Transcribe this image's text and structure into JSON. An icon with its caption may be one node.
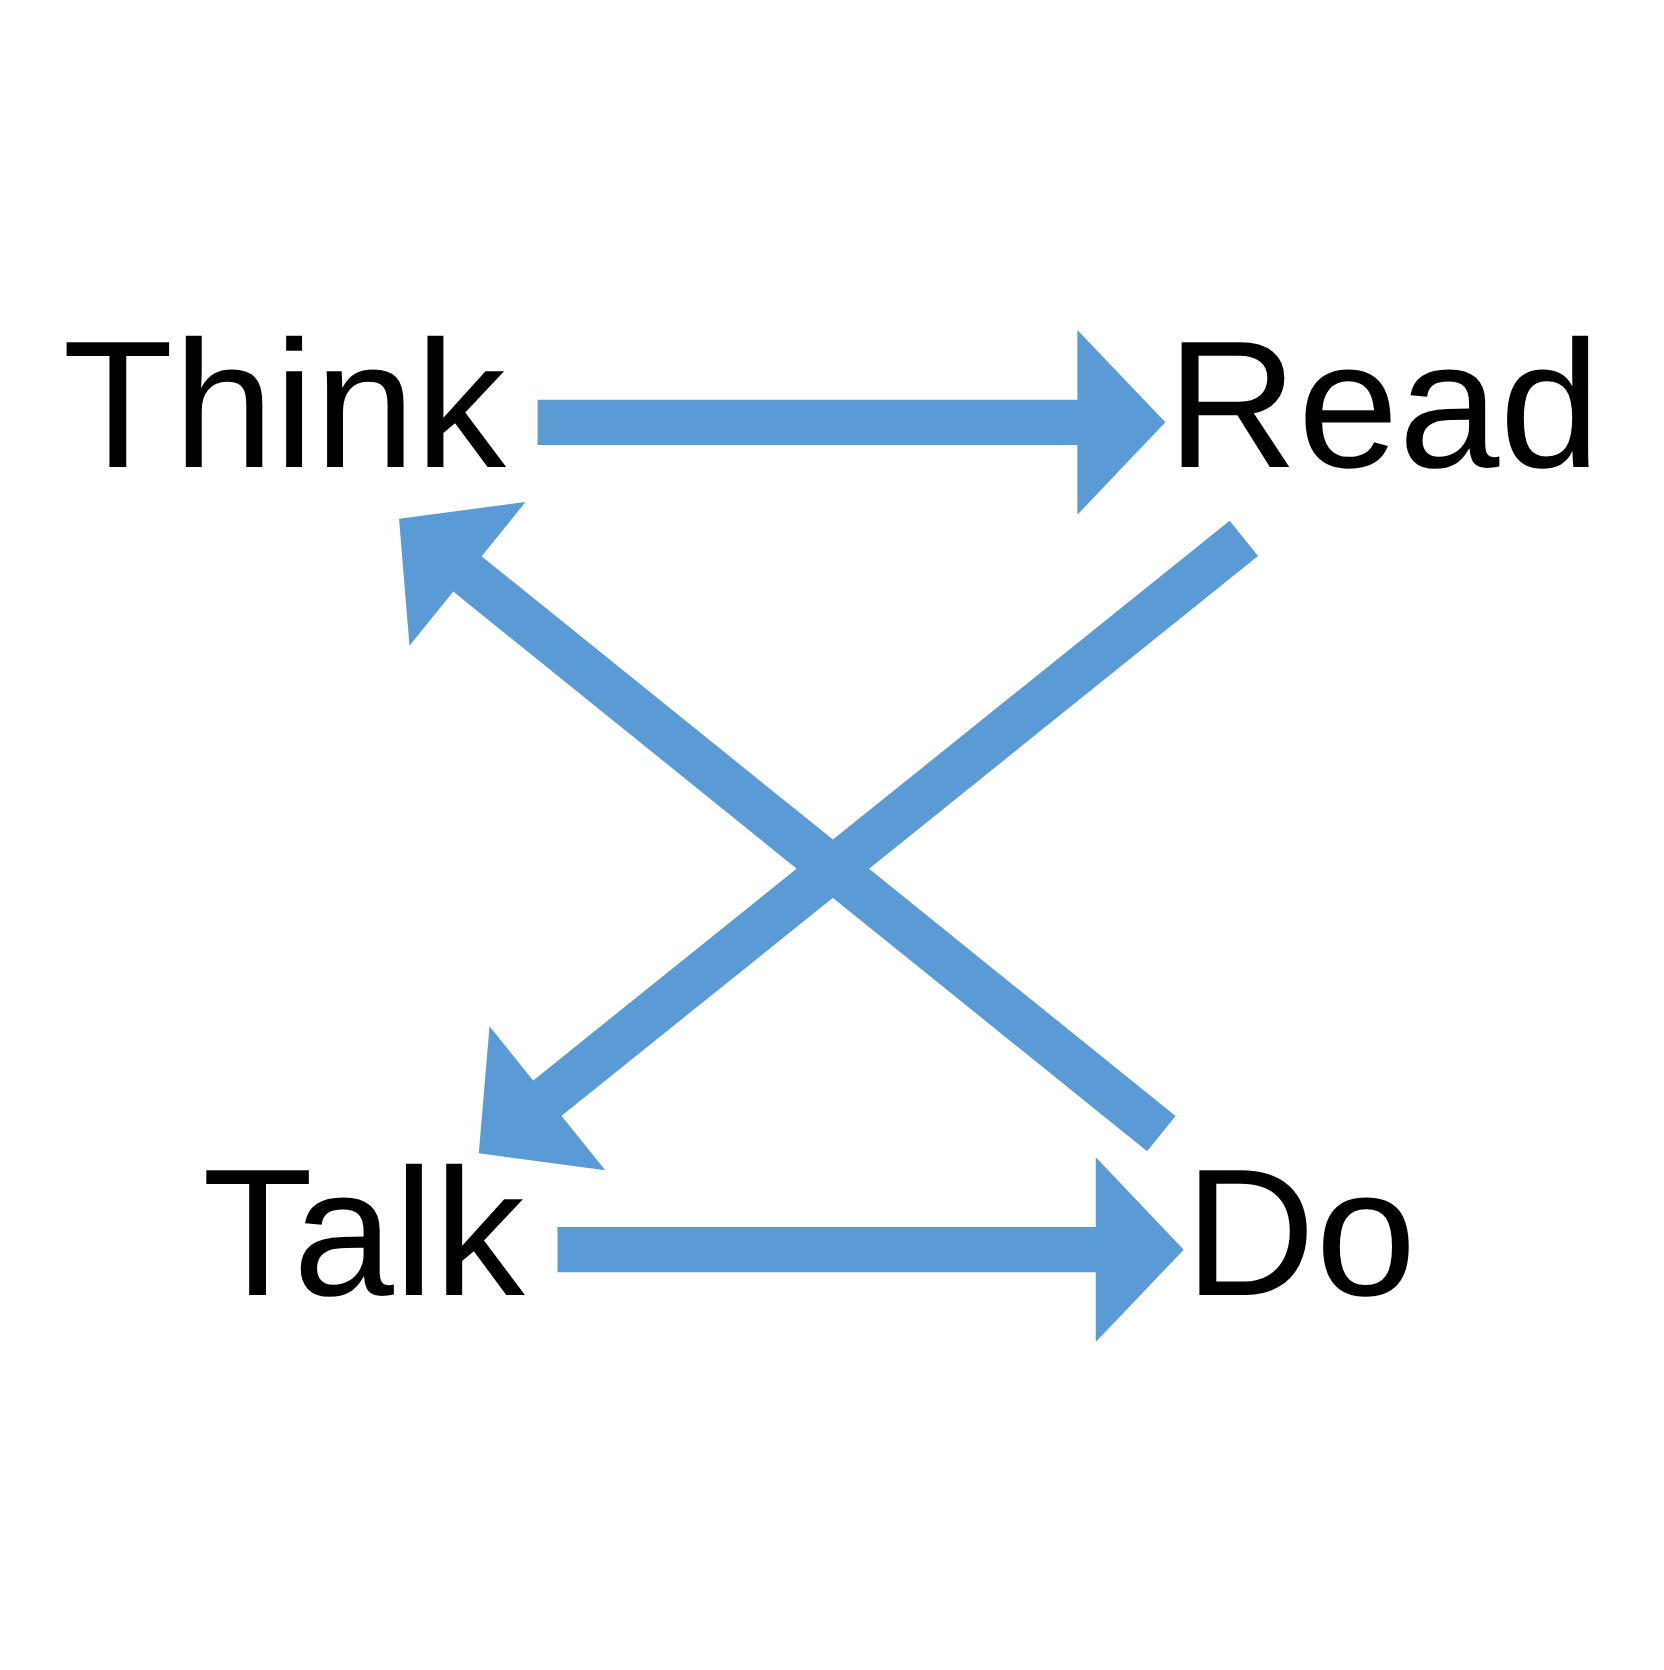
{
  "diagram": {
    "nodes": [
      {
        "text": [
          "Think"
        ]
      },
      {
        "text": [
          "Read"
        ]
      },
      {
        "text": [
          "Do"
        ]
      },
      {
        "text": [
          "Talk"
        ]
      }
    ],
    "edges": [
      {
        "from": 0,
        "to": 1,
        "arrow": "to"
      },
      {
        "from": 1,
        "to": 3,
        "arrow": "to"
      },
      {
        "from": 3,
        "to": 2,
        "arrow": "to"
      },
      {
        "from": 2,
        "to": 0,
        "arrow": "to"
      }
    ]
  }
}
